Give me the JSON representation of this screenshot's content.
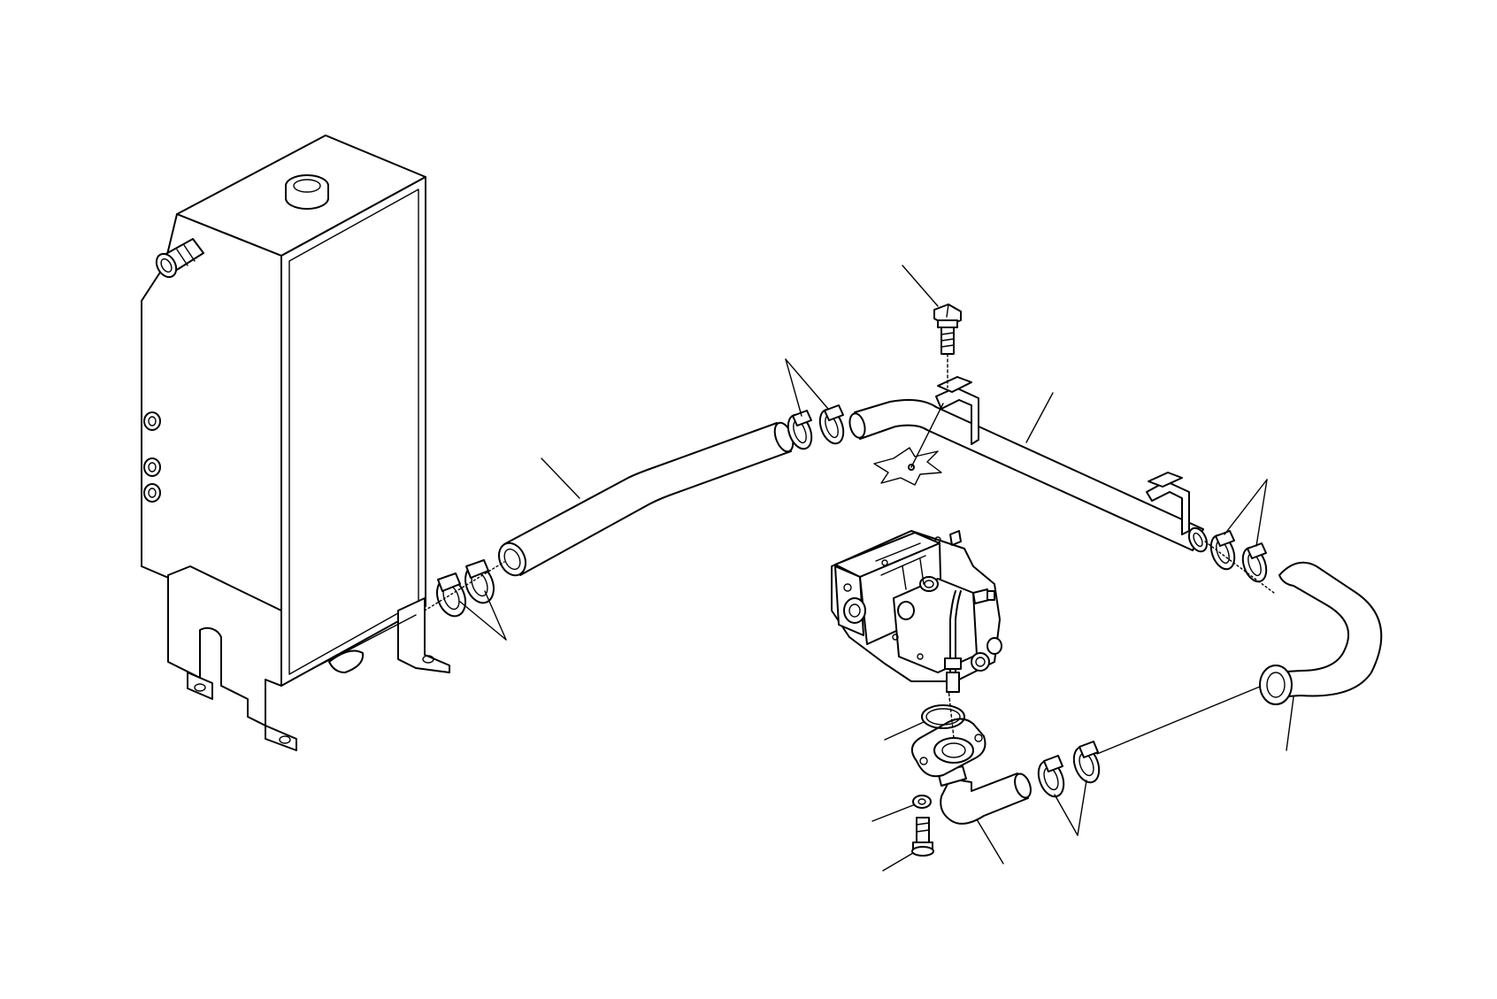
{
  "diagram": {
    "background": "#ffffff",
    "line_color": "#000000",
    "parts": [
      {
        "id": "hydraulic-tank",
        "icon": "tank-icon"
      },
      {
        "id": "hose-tank-to-valve",
        "icon": "hose-icon"
      },
      {
        "id": "pipe-with-brackets",
        "icon": "pipe-icon"
      },
      {
        "id": "u-bend-hose",
        "icon": "hose-icon"
      },
      {
        "id": "pump-suction-elbow",
        "icon": "elbow-icon"
      },
      {
        "id": "hydraulic-pump",
        "icon": "pump-icon"
      },
      {
        "id": "mounting-bolt",
        "icon": "bolt-icon"
      },
      {
        "id": "hose-clamps",
        "icon": "clamp-icon"
      },
      {
        "id": "o-ring",
        "icon": "o-ring-icon"
      },
      {
        "id": "washer",
        "icon": "washer-icon"
      }
    ]
  }
}
